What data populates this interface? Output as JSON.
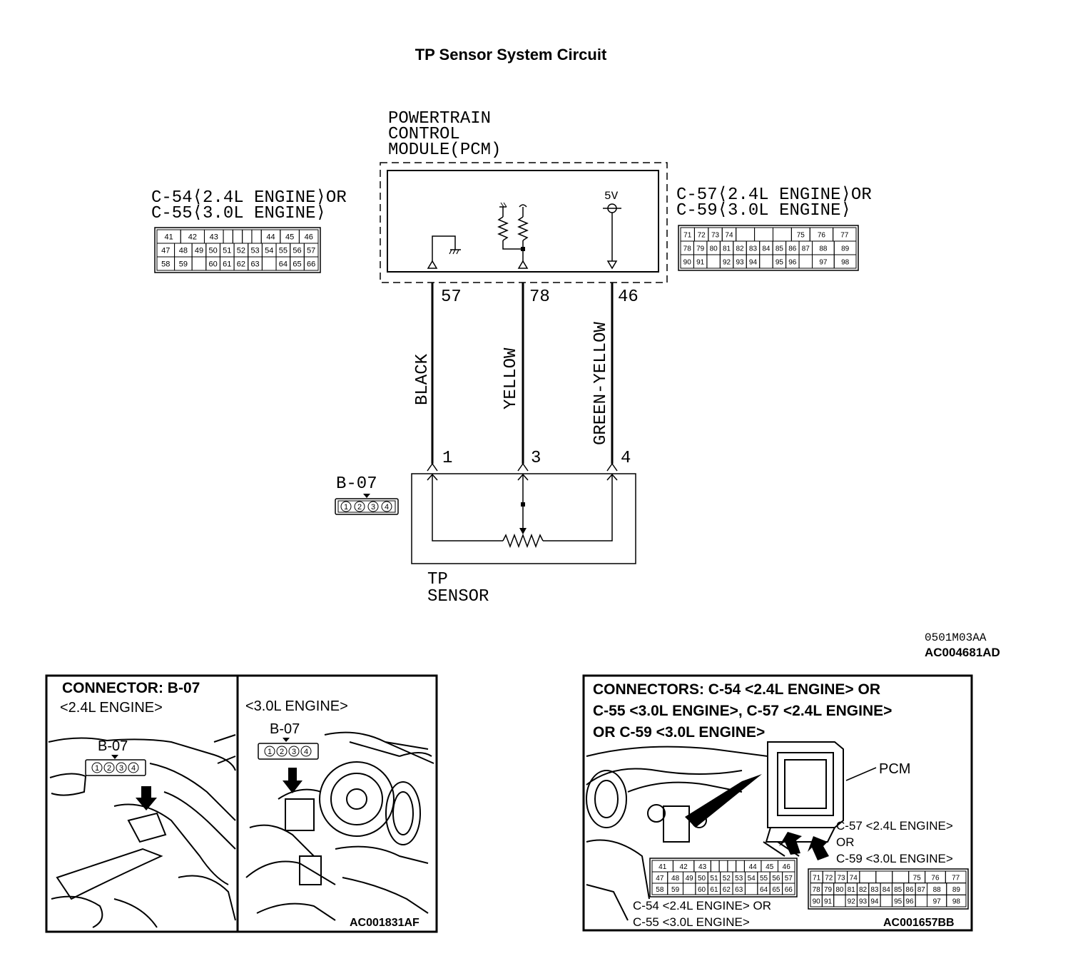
{
  "title": "TP Sensor System Circuit",
  "pcm": {
    "label_line1": "POWERTRAIN",
    "label_line2": "CONTROL",
    "label_line3": "MODULE(PCM)",
    "voltage": "5V"
  },
  "left_connector": {
    "line1": "C-54⟨2.4L ENGINE⟩OR",
    "line2": "C-55⟨3.0L ENGINE⟩",
    "rows": [
      [
        "41",
        "42",
        "43",
        "",
        "",
        "",
        "",
        "44",
        "45",
        "46"
      ],
      [
        "47",
        "48",
        "49",
        "50",
        "51",
        "52",
        "53",
        "54",
        "55",
        "56",
        "57"
      ],
      [
        "58",
        "59",
        "",
        "60",
        "61",
        "62",
        "63",
        "",
        "64",
        "65",
        "66"
      ]
    ]
  },
  "right_connector": {
    "line1": "C-57⟨2.4L ENGINE⟩OR",
    "line2": "C-59⟨3.0L ENGINE⟩",
    "rows": [
      [
        "71",
        "72",
        "73",
        "74",
        "",
        "",
        "",
        "75",
        "76",
        "77"
      ],
      [
        "78",
        "79",
        "80",
        "81",
        "82",
        "83",
        "84",
        "85",
        "86",
        "87",
        "88",
        "89"
      ],
      [
        "90",
        "91",
        "",
        "92",
        "93",
        "94",
        "",
        "95",
        "96",
        "",
        "97",
        "98"
      ]
    ]
  },
  "wires": [
    {
      "pcm_pin": "57",
      "color": "BLACK",
      "sensor_pin": "1"
    },
    {
      "pcm_pin": "78",
      "color": "YELLOW",
      "sensor_pin": "3"
    },
    {
      "pcm_pin": "46",
      "color": "GREEN-YELLOW",
      "sensor_pin": "4"
    }
  ],
  "sensor": {
    "connector": "B-07",
    "pins": [
      "1",
      "2",
      "3",
      "4"
    ],
    "label_line1": "TP",
    "label_line2": "SENSOR"
  },
  "codes": {
    "code1": "0501M03AA",
    "code2": "AC004681AD"
  },
  "panel_left": {
    "header": "CONNECTOR: B-07",
    "sub_24": "<2.4L ENGINE>",
    "sub_30": "<3.0L ENGINE>",
    "conn_label_a": "B-07",
    "conn_label_b": "B-07",
    "code": "AC001831AF"
  },
  "panel_right": {
    "header1": "CONNECTORS: C-54 <2.4L ENGINE> OR",
    "header2": "C-55 <3.0L ENGINE>, C-57 <2.4L ENGINE>",
    "header3": "OR C-59 <3.0L ENGINE>",
    "pcm_label": "PCM",
    "right_lbl1": "C-57 <2.4L ENGINE>",
    "right_lbl2": "OR",
    "right_lbl3": "C-59 <3.0L ENGINE>",
    "left_lbl1": "C-54 <2.4L ENGINE> OR",
    "left_lbl2": "C-55 <3.0L ENGINE>",
    "code": "AC001657BB"
  }
}
